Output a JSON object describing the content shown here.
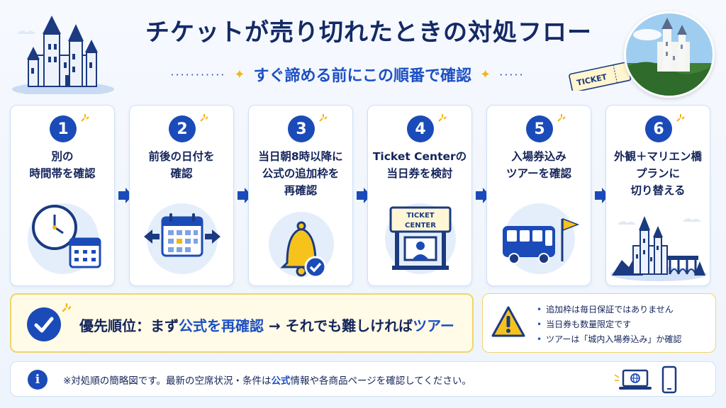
{
  "header": {
    "title": "チケットが売り切れたときの対処フロー",
    "subtitle": "すぐ諦める前にこの順番で確認",
    "ticket_tag": "TICKET"
  },
  "steps": [
    {
      "number": "1",
      "text": "別の\n時間帯を確認"
    },
    {
      "number": "2",
      "text": "前後の日付を\n確認"
    },
    {
      "number": "3",
      "text": "当日朝8時以降に\n公式の追加枠を\n再確認"
    },
    {
      "number": "4",
      "text": "Ticket Centerの\n当日券を検討",
      "sign": [
        "TICKET",
        "CENTER"
      ]
    },
    {
      "number": "5",
      "text": "入場券込み\nツアーを確認"
    },
    {
      "number": "6",
      "text": "外観＋マリエン橋\nプランに\n切り替える"
    }
  ],
  "priority": {
    "label": "優先順位：まず",
    "hl1": "公式を再確認",
    "mid": " → それでも難しければ",
    "hl2": "ツアー"
  },
  "notes": [
    "追加枠は毎日保証ではありません",
    "当日券も数量限定です",
    "ツアーは「城内入場券込み」か確認"
  ],
  "footer": {
    "info_glyph": "i",
    "pre": "※対処順の簡略図です。最新の空席状況・条件は",
    "hl": "公式",
    "post": "情報や各商品ページを確認してください。"
  },
  "colors": {
    "primary": "#1b4bb8",
    "accent_blue": "#1d4fc4",
    "yellow": "#f2b616",
    "card_border": "#cfe0f5",
    "priority_bg": "#fffbe6"
  },
  "icons": [
    "castle-icon",
    "clock-icon",
    "calendar-icon",
    "bell-icon",
    "ticket-center-icon",
    "bus-icon",
    "flag-icon",
    "castle-bridge-icon",
    "check-icon",
    "warning-icon",
    "info-icon",
    "laptop-icon",
    "phone-icon"
  ]
}
